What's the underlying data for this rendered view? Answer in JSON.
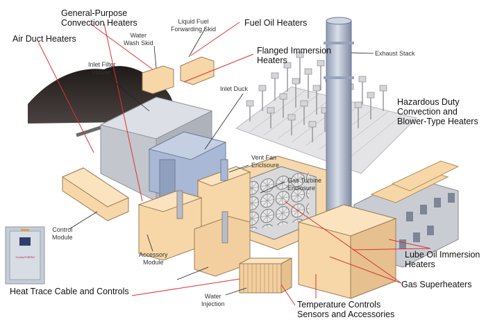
{
  "colors": {
    "callout_red": "#e03030",
    "leader_black": "#222222",
    "building_fill": "#f7d7a8",
    "building_stroke": "#b08c5a",
    "duct_blue": "#a9b8d4",
    "stack_blue": "#b8c2d6",
    "gray_steel": "#b9bcc2",
    "mound_dark": "#3a3432",
    "panel_gray": "#c6ccd6",
    "panel_screen": "#2f3e68",
    "grid_steel": "#c8c8cc"
  },
  "callouts_red": {
    "general_purpose": "General-Purpose\nConvection Heaters",
    "fuel_oil": "Fuel Oil Heaters",
    "air_duct": "Air Duct Heaters",
    "flanged": "Flanged Immersion\nHeaters",
    "hazardous": "Hazardous Duty\nConvection and\nBlower-Type Heaters",
    "lube_oil": "Lube Oil Immersion\nHeaters",
    "gas_super": "Gas Superheaters",
    "heat_trace": "Heat Trace Cable and Controls",
    "temp_controls": "Temperature Controls\nSensors and Accessories"
  },
  "components": {
    "liquid_fuel": "Liquid Fuel\nForwarding Skid",
    "water_wash": "Water\nWash Skid",
    "inlet_filter": "Inlet Filter\nHouse",
    "inlet_duck": "Inlet Duck",
    "exhaust_stack": "Exhaust Stack",
    "vent_fan": "Vent Fan\nEnclsoure",
    "gas_turbine": "Gas Turbine\nEnclosure",
    "control_module": "Control\nModule",
    "accessory_module": "Accessory\nModule",
    "water_injection": "Water\nInjection"
  },
  "panel_brand": "ControlTHERM"
}
